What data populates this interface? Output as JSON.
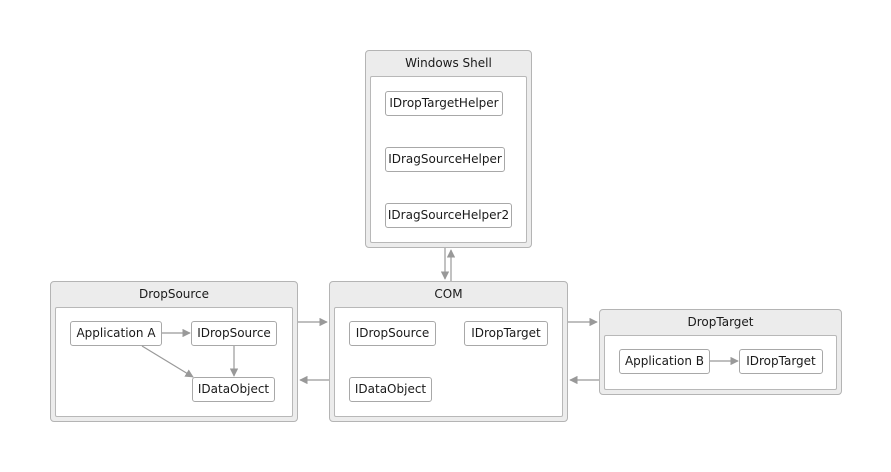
{
  "groups": {
    "windows_shell": {
      "title": "Windows Shell",
      "nodes": [
        "IDropTargetHelper",
        "IDragSourceHelper",
        "IDragSourceHelper2"
      ]
    },
    "drop_source": {
      "title": "DropSource",
      "nodes": [
        "Application A",
        "IDropSource",
        "IDataObject"
      ]
    },
    "com": {
      "title": "COM",
      "nodes": [
        "IDropSource",
        "IDropTarget",
        "IDataObject"
      ]
    },
    "drop_target": {
      "title": "DropTarget",
      "nodes": [
        "Application B",
        "IDropTarget"
      ]
    }
  },
  "colors": {
    "edge": "#999999",
    "group_fill": "#ececec",
    "border": "#b4b4b4"
  }
}
